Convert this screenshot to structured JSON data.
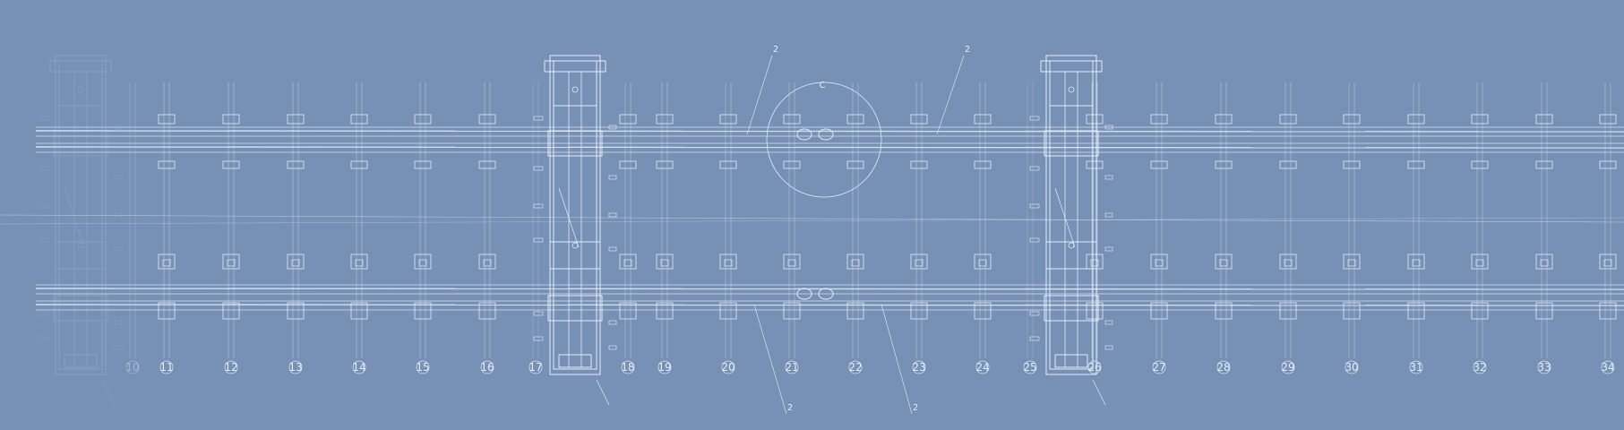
{
  "drawing": {
    "background": "#7690b6",
    "line_color": "#e6edf7",
    "sleeper_numbers": [
      "10",
      "11",
      "12",
      "13",
      "14",
      "15",
      "16",
      "17",
      "18",
      "19",
      "20",
      "21",
      "22",
      "23",
      "24",
      "25",
      "26",
      "27",
      "28",
      "29",
      "30",
      "31",
      "32",
      "33",
      "34"
    ],
    "detail_mark": "C",
    "callout_marks": [
      "2",
      "2",
      "2",
      "2"
    ]
  }
}
